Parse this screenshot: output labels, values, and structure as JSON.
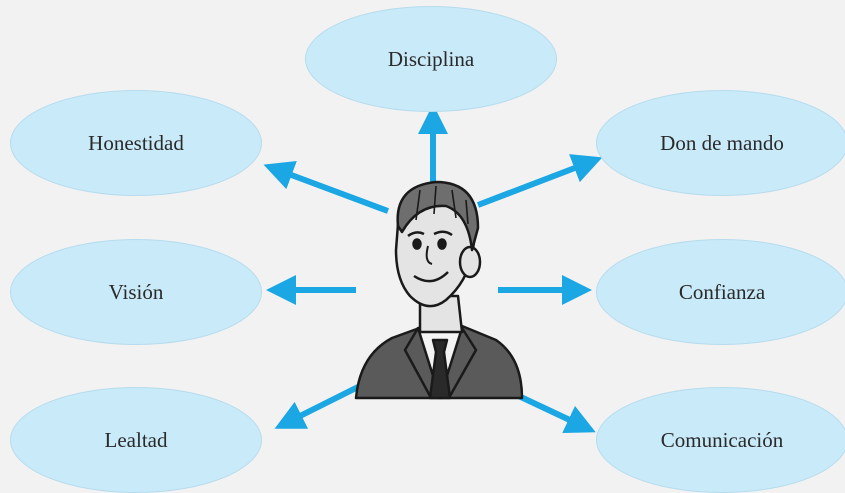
{
  "colors": {
    "background": "#f2f2f2",
    "bubble_fill": "#c9eaf8",
    "bubble_border": "#b6dcee",
    "arrow": "#1ba6e4",
    "figure_skin": "#e4e4e4",
    "figure_suit": "#5a5a5a",
    "figure_line": "#1a1a1a"
  },
  "diagram": {
    "center": {
      "icon": "businessman-illustration"
    },
    "nodes": [
      {
        "id": "disciplina",
        "label": "Disciplina"
      },
      {
        "id": "honestidad",
        "label": "Honestidad"
      },
      {
        "id": "don",
        "label": "Don de mando"
      },
      {
        "id": "vision",
        "label": "Visión"
      },
      {
        "id": "confianza",
        "label": "Confianza"
      },
      {
        "id": "lealtad",
        "label": "Lealtad"
      },
      {
        "id": "comunicacion",
        "label": "Comunicación"
      }
    ]
  }
}
